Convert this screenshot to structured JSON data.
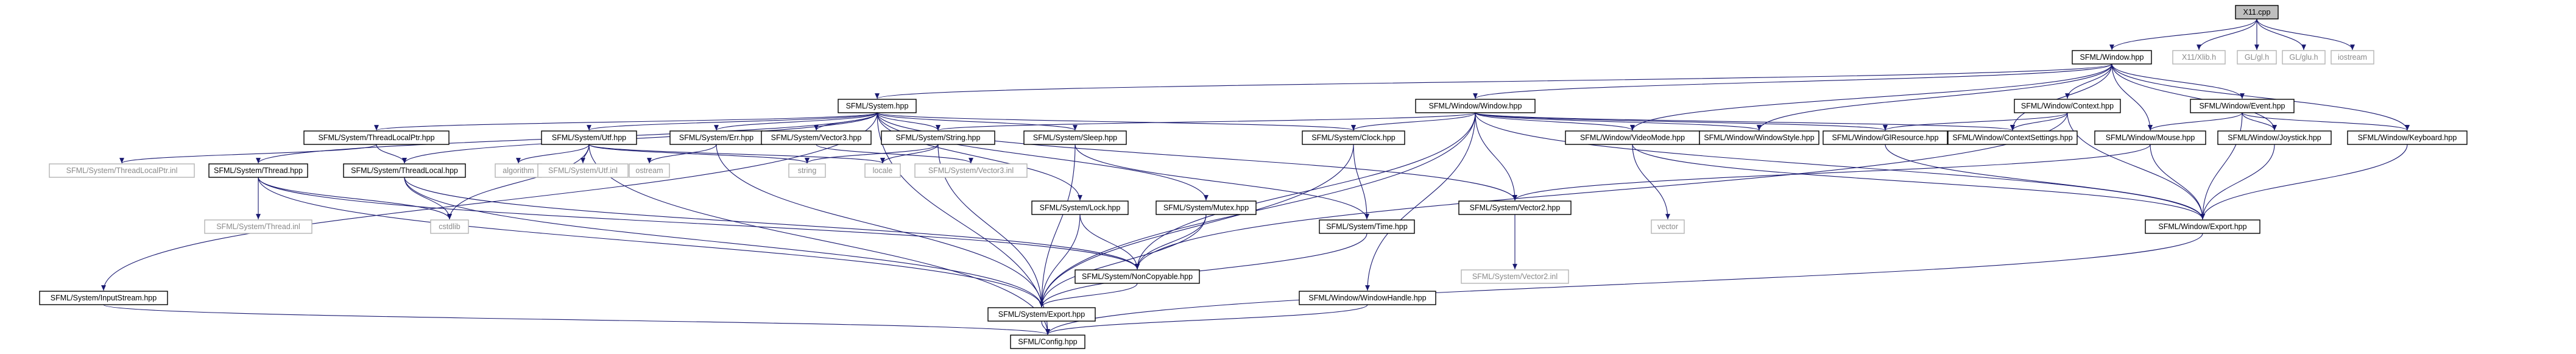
{
  "diagram": {
    "nodes": [
      {
        "id": "x11",
        "label": "X11.cpp",
        "kind": "root"
      },
      {
        "id": "win",
        "label": "SFML/Window.hpp",
        "kind": "file"
      },
      {
        "id": "xlib",
        "label": "X11/Xlib.h",
        "kind": "system"
      },
      {
        "id": "glh",
        "label": "GL/gl.h",
        "kind": "system"
      },
      {
        "id": "gluh",
        "label": "GL/glu.h",
        "kind": "system"
      },
      {
        "id": "iostream",
        "label": "iostream",
        "kind": "system"
      },
      {
        "id": "system",
        "label": "SFML/System.hpp",
        "kind": "file"
      },
      {
        "id": "wwin",
        "label": "SFML/Window/Window.hpp",
        "kind": "file"
      },
      {
        "id": "wctx",
        "label": "SFML/Window/Context.hpp",
        "kind": "file"
      },
      {
        "id": "wevent",
        "label": "SFML/Window/Event.hpp",
        "kind": "file"
      },
      {
        "id": "tlptr",
        "label": "SFML/System/ThreadLocalPtr.hpp",
        "kind": "file"
      },
      {
        "id": "utf",
        "label": "SFML/System/Utf.hpp",
        "kind": "file"
      },
      {
        "id": "err",
        "label": "SFML/System/Err.hpp",
        "kind": "file"
      },
      {
        "id": "v3",
        "label": "SFML/System/Vector3.hpp",
        "kind": "file"
      },
      {
        "id": "str",
        "label": "SFML/System/String.hpp",
        "kind": "file"
      },
      {
        "id": "sleep",
        "label": "SFML/System/Sleep.hpp",
        "kind": "file"
      },
      {
        "id": "clock",
        "label": "SFML/System/Clock.hpp",
        "kind": "file"
      },
      {
        "id": "vmode",
        "label": "SFML/Window/VideoMode.hpp",
        "kind": "file"
      },
      {
        "id": "wstyle",
        "label": "SFML/Window/WindowStyle.hpp",
        "kind": "file"
      },
      {
        "id": "glres",
        "label": "SFML/Window/GlResource.hpp",
        "kind": "file"
      },
      {
        "id": "ctxset",
        "label": "SFML/Window/ContextSettings.hpp",
        "kind": "file"
      },
      {
        "id": "mouse",
        "label": "SFML/Window/Mouse.hpp",
        "kind": "file"
      },
      {
        "id": "joy",
        "label": "SFML/Window/Joystick.hpp",
        "kind": "file"
      },
      {
        "id": "kbd",
        "label": "SFML/Window/Keyboard.hpp",
        "kind": "file"
      },
      {
        "id": "tlptrinl",
        "label": "SFML/System/ThreadLocalPtr.inl",
        "kind": "system"
      },
      {
        "id": "thread",
        "label": "SFML/System/Thread.hpp",
        "kind": "file"
      },
      {
        "id": "tl",
        "label": "SFML/System/ThreadLocal.hpp",
        "kind": "file"
      },
      {
        "id": "algorithm",
        "label": "algorithm",
        "kind": "system"
      },
      {
        "id": "utfinl",
        "label": "SFML/System/Utf.inl",
        "kind": "system"
      },
      {
        "id": "ostream",
        "label": "ostream",
        "kind": "system"
      },
      {
        "id": "string",
        "label": "string",
        "kind": "system"
      },
      {
        "id": "locale",
        "label": "locale",
        "kind": "system"
      },
      {
        "id": "v3inl",
        "label": "SFML/System/Vector3.inl",
        "kind": "system"
      },
      {
        "id": "lock",
        "label": "SFML/System/Lock.hpp",
        "kind": "file"
      },
      {
        "id": "mutex",
        "label": "SFML/System/Mutex.hpp",
        "kind": "file"
      },
      {
        "id": "time",
        "label": "SFML/System/Time.hpp",
        "kind": "file"
      },
      {
        "id": "vector",
        "label": "vector",
        "kind": "system"
      },
      {
        "id": "v2",
        "label": "SFML/System/Vector2.hpp",
        "kind": "file"
      },
      {
        "id": "wexport",
        "label": "SFML/Window/Export.hpp",
        "kind": "file"
      },
      {
        "id": "threadinl",
        "label": "SFML/System/Thread.inl",
        "kind": "system"
      },
      {
        "id": "cstdlib",
        "label": "cstdlib",
        "kind": "system"
      },
      {
        "id": "noncopy",
        "label": "SFML/System/NonCopyable.hpp",
        "kind": "file"
      },
      {
        "id": "v2inl",
        "label": "SFML/System/Vector2.inl",
        "kind": "system"
      },
      {
        "id": "istream",
        "label": "SFML/System/InputStream.hpp",
        "kind": "file"
      },
      {
        "id": "sexport",
        "label": "SFML/System/Export.hpp",
        "kind": "file"
      },
      {
        "id": "whandle",
        "label": "SFML/Window/WindowHandle.hpp",
        "kind": "file"
      },
      {
        "id": "config",
        "label": "SFML/Config.hpp",
        "kind": "file"
      }
    ],
    "edges": [
      [
        "x11",
        "win"
      ],
      [
        "x11",
        "xlib"
      ],
      [
        "x11",
        "glh"
      ],
      [
        "x11",
        "gluh"
      ],
      [
        "x11",
        "iostream"
      ],
      [
        "win",
        "system"
      ],
      [
        "win",
        "wwin"
      ],
      [
        "win",
        "wctx"
      ],
      [
        "win",
        "wevent"
      ],
      [
        "win",
        "ctxset"
      ],
      [
        "win",
        "wstyle"
      ],
      [
        "win",
        "vmode"
      ],
      [
        "win",
        "mouse"
      ],
      [
        "win",
        "joy"
      ],
      [
        "win",
        "kbd"
      ],
      [
        "system",
        "tlptr"
      ],
      [
        "system",
        "utf"
      ],
      [
        "system",
        "err"
      ],
      [
        "system",
        "v3"
      ],
      [
        "system",
        "str"
      ],
      [
        "system",
        "sleep"
      ],
      [
        "system",
        "clock"
      ],
      [
        "system",
        "thread"
      ],
      [
        "system",
        "tl"
      ],
      [
        "system",
        "lock"
      ],
      [
        "system",
        "mutex"
      ],
      [
        "system",
        "istream"
      ],
      [
        "system",
        "v2"
      ],
      [
        "system",
        "config"
      ],
      [
        "wwin",
        "str"
      ],
      [
        "wwin",
        "clock"
      ],
      [
        "wwin",
        "vmode"
      ],
      [
        "wwin",
        "wstyle"
      ],
      [
        "wwin",
        "glres"
      ],
      [
        "wwin",
        "ctxset"
      ],
      [
        "wwin",
        "v2"
      ],
      [
        "wwin",
        "wexport"
      ],
      [
        "wwin",
        "whandle"
      ],
      [
        "wwin",
        "noncopy"
      ],
      [
        "wwin",
        "sexport"
      ],
      [
        "wctx",
        "glres"
      ],
      [
        "wctx",
        "ctxset"
      ],
      [
        "wctx",
        "wexport"
      ],
      [
        "wctx",
        "noncopy"
      ],
      [
        "wevent",
        "mouse"
      ],
      [
        "wevent",
        "joy"
      ],
      [
        "wevent",
        "kbd"
      ],
      [
        "wevent",
        "wexport"
      ],
      [
        "tlptr",
        "tlptrinl"
      ],
      [
        "tlptr",
        "tl"
      ],
      [
        "utf",
        "algorithm"
      ],
      [
        "utf",
        "utfinl"
      ],
      [
        "utf",
        "locale"
      ],
      [
        "utf",
        "string"
      ],
      [
        "utf",
        "cstdlib"
      ],
      [
        "utf",
        "config"
      ],
      [
        "err",
        "ostream"
      ],
      [
        "err",
        "sexport"
      ],
      [
        "v3",
        "v3inl"
      ],
      [
        "str",
        "string"
      ],
      [
        "str",
        "locale"
      ],
      [
        "str",
        "sexport"
      ],
      [
        "sleep",
        "time"
      ],
      [
        "sleep",
        "sexport"
      ],
      [
        "clock",
        "time"
      ],
      [
        "clock",
        "sexport"
      ],
      [
        "vmode",
        "vector"
      ],
      [
        "vmode",
        "wexport"
      ],
      [
        "glres",
        "wexport"
      ],
      [
        "mouse",
        "v2"
      ],
      [
        "mouse",
        "wexport"
      ],
      [
        "joy",
        "wexport"
      ],
      [
        "kbd",
        "wexport"
      ],
      [
        "thread",
        "threadinl"
      ],
      [
        "thread",
        "cstdlib"
      ],
      [
        "thread",
        "sexport"
      ],
      [
        "thread",
        "noncopy"
      ],
      [
        "tl",
        "cstdlib"
      ],
      [
        "tl",
        "noncopy"
      ],
      [
        "tl",
        "sexport"
      ],
      [
        "lock",
        "noncopy"
      ],
      [
        "lock",
        "sexport"
      ],
      [
        "mutex",
        "noncopy"
      ],
      [
        "mutex",
        "sexport"
      ],
      [
        "time",
        "sexport"
      ],
      [
        "v2",
        "v2inl"
      ],
      [
        "wexport",
        "config"
      ],
      [
        "noncopy",
        "sexport"
      ],
      [
        "istream",
        "config"
      ],
      [
        "sexport",
        "config"
      ],
      [
        "whandle",
        "config"
      ]
    ]
  }
}
